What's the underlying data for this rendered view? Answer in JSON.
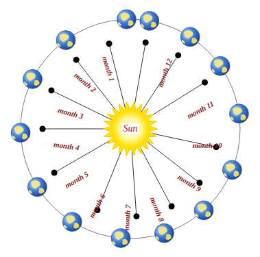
{
  "diagram": {
    "nodes": [
      {
        "text": [
          "Sun"
        ]
      }
    ],
    "labels": [
      "month 1",
      "month 2",
      "month 3",
      "month 4",
      "month 5",
      "month 6",
      "month 7",
      "month 8",
      "month 9",
      "month 10",
      "month 11",
      "month 12"
    ]
  }
}
